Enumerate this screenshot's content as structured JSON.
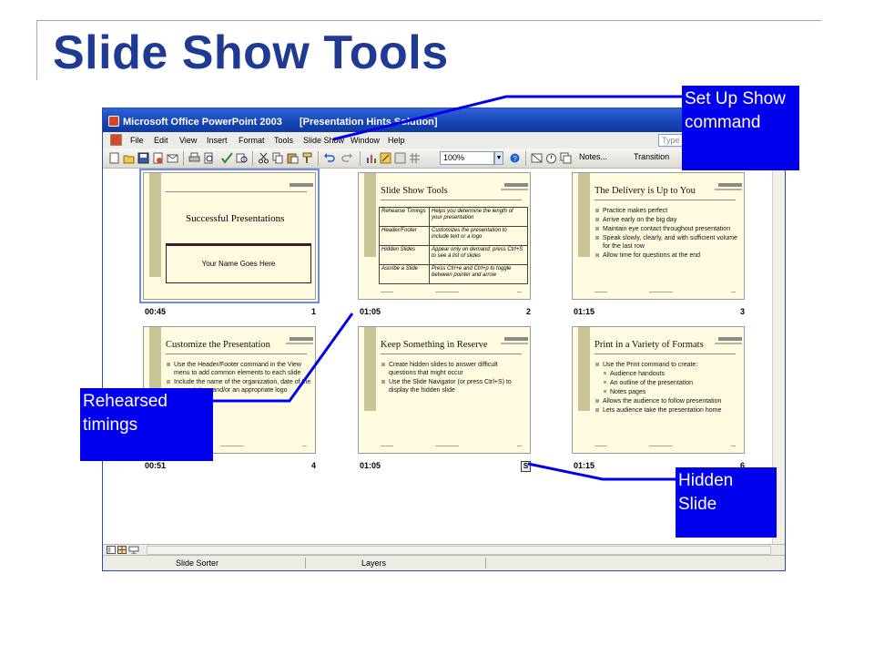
{
  "slide": {
    "title": "Slide Show Tools"
  },
  "window": {
    "app_title": "Microsoft Office PowerPoint 2003",
    "doc_title": "[Presentation Hints Solution]"
  },
  "menu": [
    "File",
    "Edit",
    "View",
    "Insert",
    "Format",
    "Tools",
    "Slide Show",
    "Window",
    "Help"
  ],
  "type_question": "Type",
  "toolbar": {
    "zoom": "100%",
    "notes": "Notes...",
    "transition": "Transition"
  },
  "statusbar": {
    "view": "Slide Sorter",
    "design": "Layers"
  },
  "slides": [
    {
      "num": "1",
      "time": "00:45",
      "title": "Successful Presentations",
      "subtitle": "Your Name Goes Here"
    },
    {
      "num": "2",
      "time": "01:05",
      "title": "Slide Show Tools",
      "table": [
        [
          "Rehearse Timings",
          "Helps you determine the length of your presentation"
        ],
        [
          "Header/Footer",
          "Customizes the presentation to include text or a logo"
        ],
        [
          "Hidden Slides",
          "Appear only on demand; press Ctrl+S to see a list of slides"
        ],
        [
          "Ascribe a Slide",
          "Press Ctrl+e and Ctrl+p to toggle between pointer and arrow"
        ]
      ]
    },
    {
      "num": "3",
      "time": "01:15",
      "title": "The Delivery is Up to You",
      "bullets": [
        "Practice makes perfect",
        "Arrive early on the big day",
        "Maintain eye contact throughout presentation",
        "Speak slowly, clearly, and with sufficient volume for the last row",
        "Allow time for questions at the end"
      ]
    },
    {
      "num": "4",
      "time": "00:51",
      "title": "Customize the Presentation",
      "bullets": [
        "Use the Header/Footer command in the View menu to add common elements to each slide",
        "Include the name of the organization, date of the presentation, and/or an appropriate logo"
      ]
    },
    {
      "num": "5",
      "time": "01:05",
      "title": "Keep Something in Reserve",
      "hidden_mark": "S",
      "bullets": [
        "Create hidden slides to answer difficult questions that might occur",
        "Use the Slide Navigator (or press Ctrl+S) to display the hidden slide"
      ]
    },
    {
      "num": "6",
      "time": "01:15",
      "title": "Print in a Variety of Formats",
      "bullets": [
        "Use the Print command to create:",
        "Audience handouts",
        "An outline of the presentation",
        "Notes pages",
        "Allows the audience to follow presentation",
        "Lets audience take the presentation home"
      ]
    }
  ],
  "callouts": {
    "setup": "Set Up Show command",
    "timings": "Rehearsed timings",
    "hidden": "Hidden Slide"
  },
  "colors": {
    "title": "#1f3a93",
    "callout_bg": "#0000ee",
    "slide_bg": "#fffbe0",
    "titlebar": "#1946b8"
  }
}
